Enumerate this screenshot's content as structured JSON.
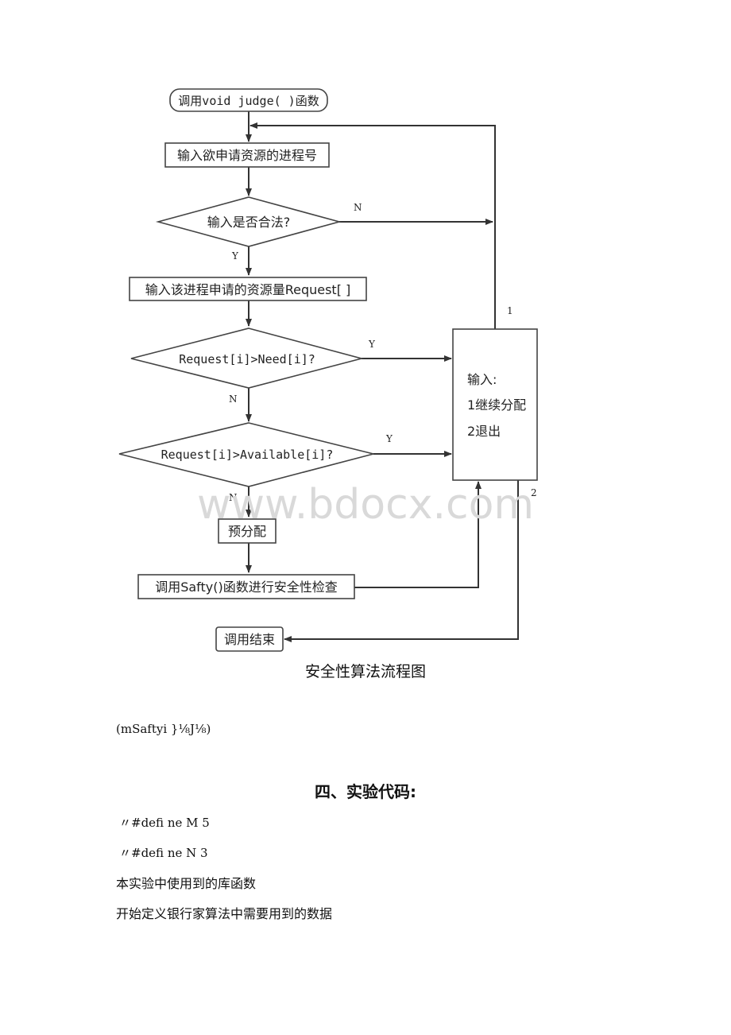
{
  "flowchart": {
    "start": "调用void judge( )函数",
    "input_pid": "输入欲申请资源的进程号",
    "check_valid": "输入是否合法?",
    "input_request": "输入该进程申请的资源量Request[ ]",
    "cmp_need": "Request[i]>Need[i]?",
    "cmp_avail": "Request[i]>Available[i]?",
    "pre_alloc": "预分配",
    "call_safety": "调用Safty()函数进行安全性检查",
    "end": "调用结束",
    "menu_title": "输入:",
    "menu_opt1": "1继续分配",
    "menu_opt2": "2退出",
    "label_n1": "N",
    "label_y1": "Y",
    "label_y2": "Y",
    "label_n2": "N",
    "label_y3": "Y",
    "label_n3": "N",
    "label_1": "1",
    "label_2": "2",
    "watermark": "www.bdocx.com"
  },
  "caption": "安全性算法流程图",
  "garbled_line": "(mSaftyi }⅛J⅛)",
  "section_heading": "四、实验代码:",
  "code_lines": [
    "〃#defi ne M 5",
    "〃#defi ne N 3"
  ],
  "paragraphs": [
    "本实验中使用到的库函数",
    "开始定义银行家算法中需要用到的数据"
  ]
}
